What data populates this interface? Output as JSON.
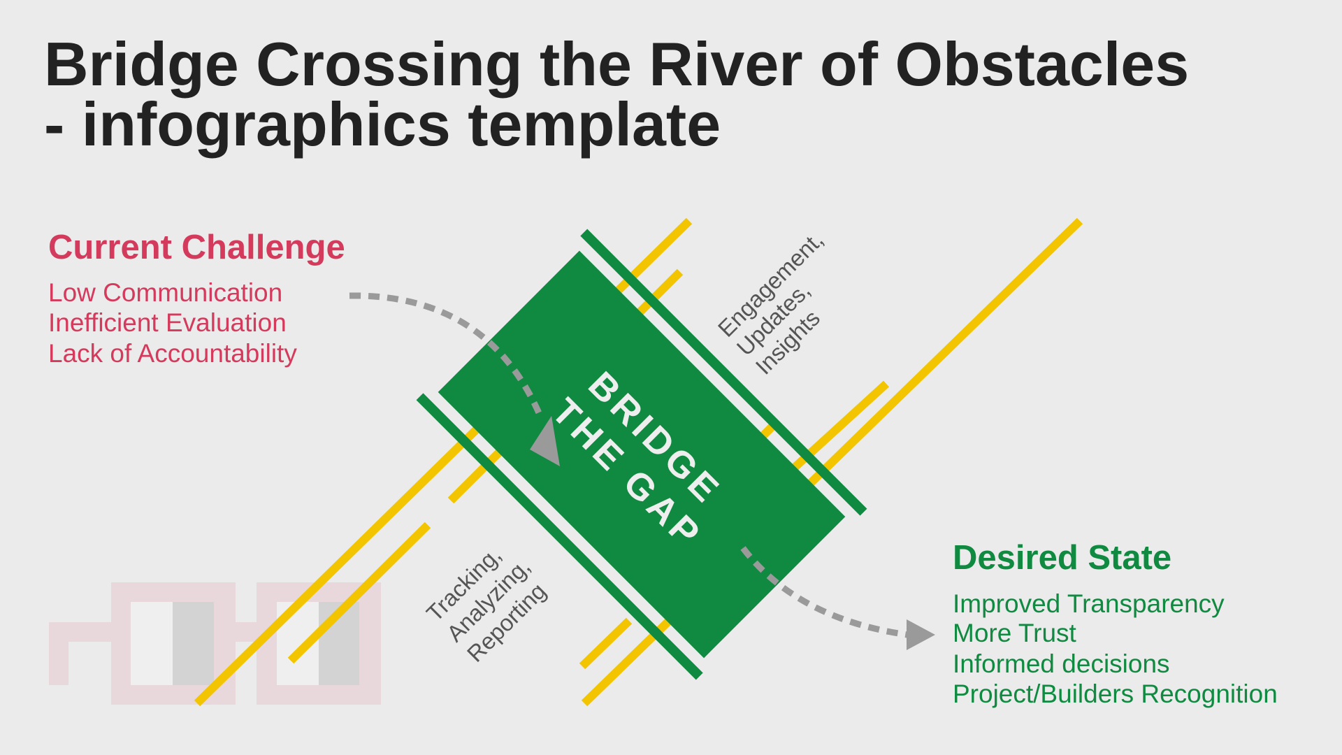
{
  "title": {
    "line1": "Bridge Crossing the River of Obstacles",
    "line2": "- infographics template"
  },
  "current_challenge": {
    "heading": "Current Challenge",
    "items": [
      "Low Communication",
      "Inefficient Evaluation",
      "Lack of Accountability"
    ]
  },
  "bridge": {
    "line1": "BRIDGE",
    "line2": "THE GAP"
  },
  "upper_label": {
    "lines": [
      "Engagement,",
      "Updates,",
      "Insights"
    ]
  },
  "lower_label": {
    "lines": [
      "Tracking,",
      "Analyzing,",
      "Reporting"
    ]
  },
  "desired_state": {
    "heading": "Desired State",
    "items": [
      "Improved Transparency",
      "More Trust",
      "Informed decisions",
      "Project/Builders Recognition"
    ]
  },
  "colors": {
    "background": "#ebebeb",
    "challenge": "#d43a5c",
    "desired": "#0f8a40",
    "bridge": "#0f8a40",
    "river": "#f2c500",
    "arrow": "#9a9a9a"
  }
}
